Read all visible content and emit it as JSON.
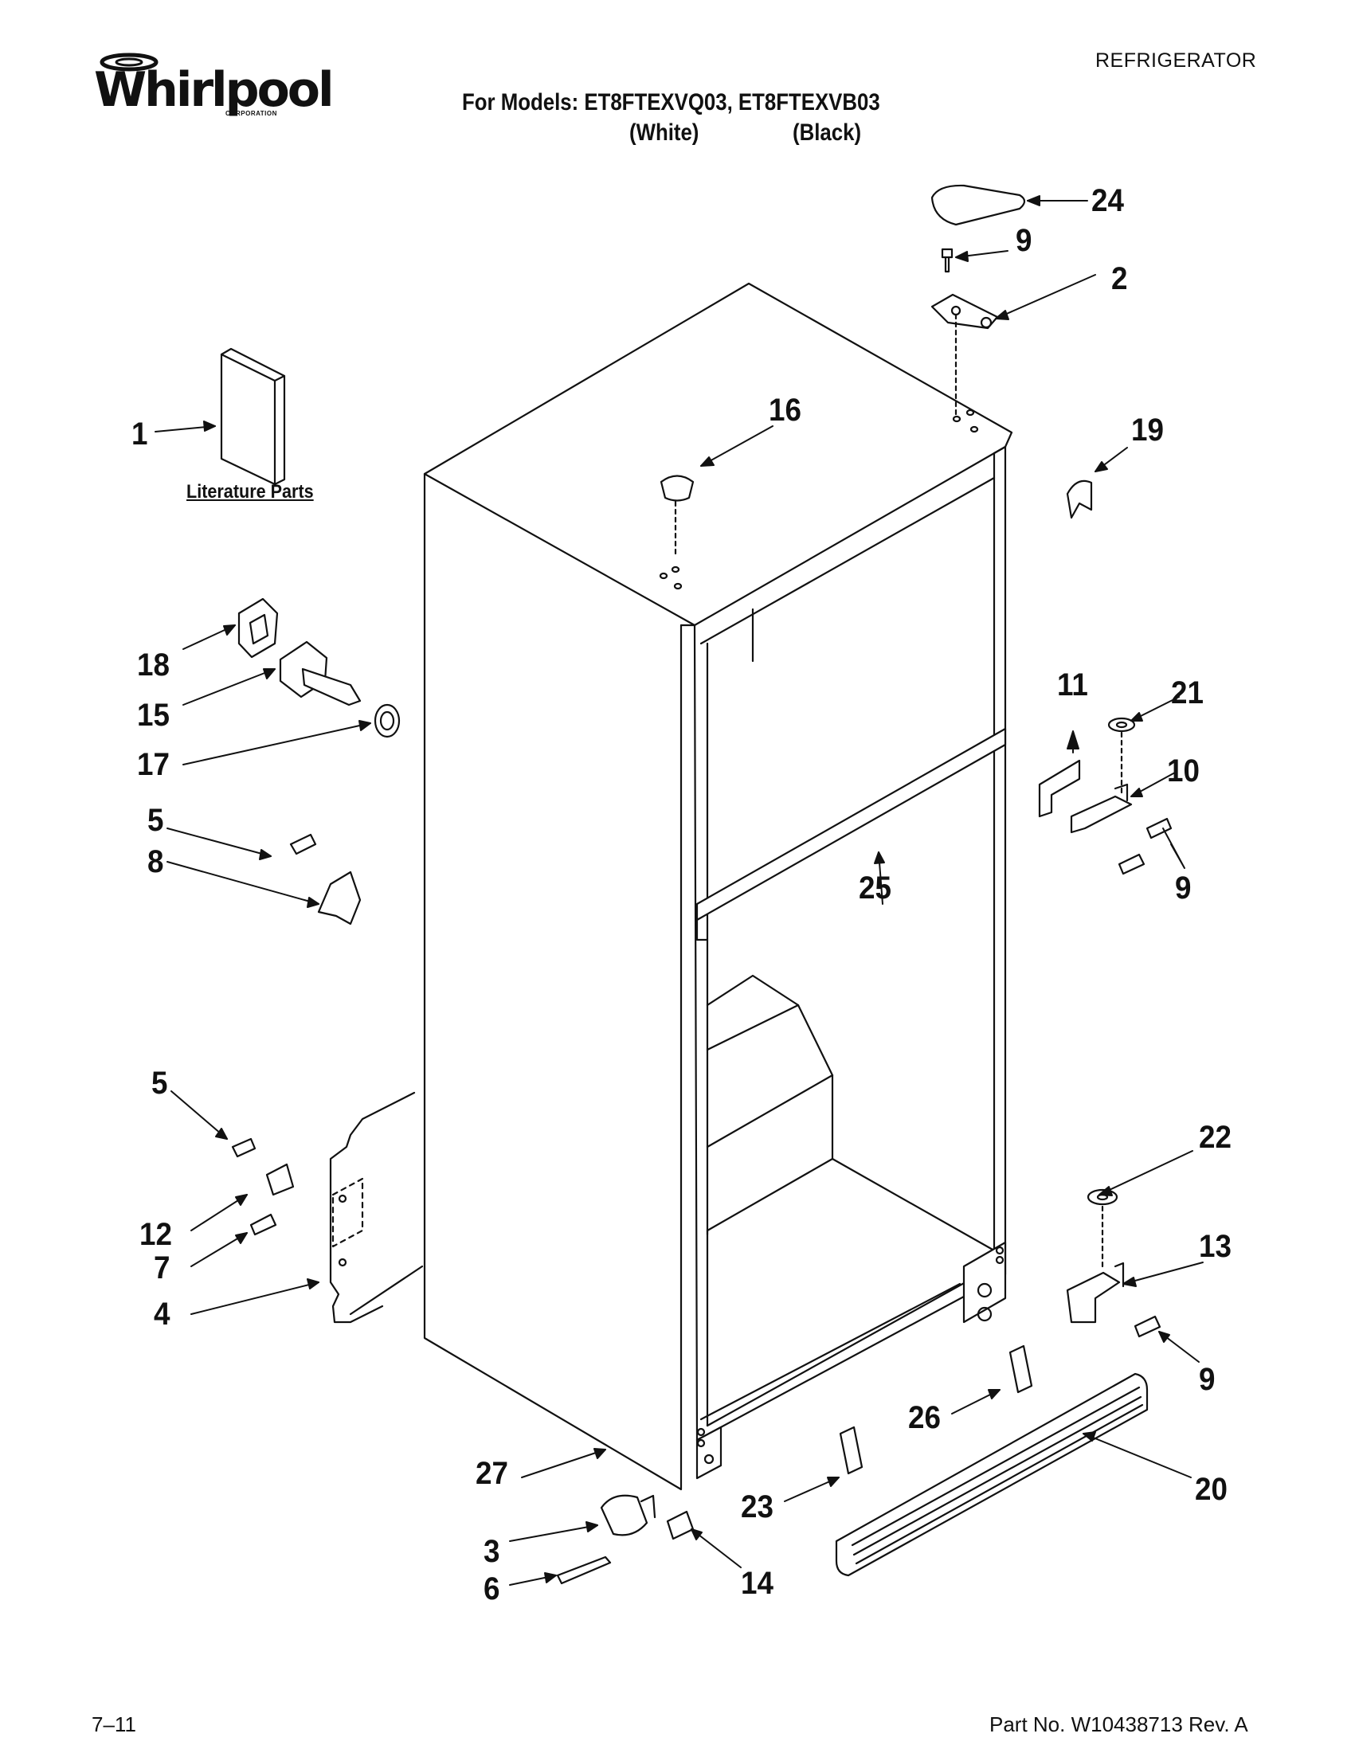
{
  "header": {
    "brand": "Whirlpool",
    "brand_sub": "CORPORATION",
    "category": "REFRIGERATOR",
    "models_line": "For Models: ET8FTEXVQ03, ET8FTEXVB03",
    "variant_white": "(White)",
    "variant_black": "(Black)"
  },
  "diagram": {
    "literature_label": "Literature Parts",
    "callouts": [
      "24",
      "9",
      "2",
      "16",
      "19",
      "1",
      "18",
      "15",
      "17",
      "11",
      "21",
      "10",
      "5",
      "8",
      "9",
      "25",
      "5",
      "22",
      "12",
      "7",
      "13",
      "4",
      "9",
      "26",
      "27",
      "20",
      "23",
      "3",
      "14",
      "6"
    ]
  },
  "footer": {
    "date_code": "7–11",
    "part_no": "Part No. W10438713 Rev. A"
  }
}
